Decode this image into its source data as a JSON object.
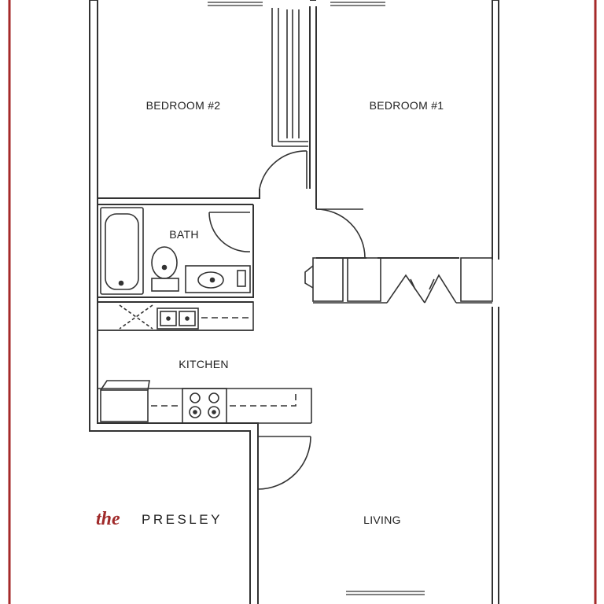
{
  "plan": {
    "brand_prefix": "the",
    "brand_name": "PRESLEY",
    "rooms": {
      "bedroom2": "BEDROOM #2",
      "bedroom1": "BEDROOM #1",
      "bath": "BATH",
      "kitchen": "KITCHEN",
      "living": "LIVING"
    }
  },
  "colors": {
    "frame": "#a52a2a",
    "wall": "#333333",
    "brand_accent": "#a02a2a"
  }
}
